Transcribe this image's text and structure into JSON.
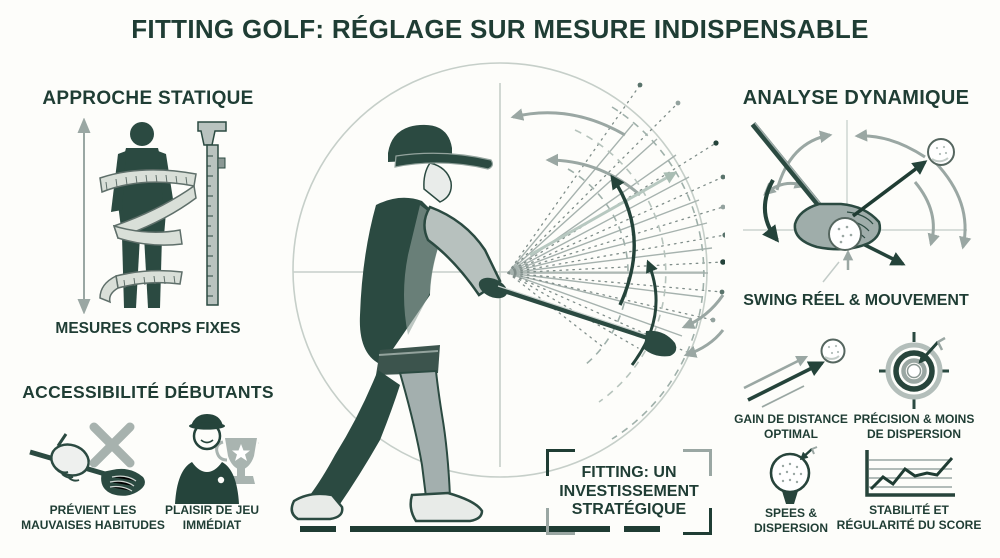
{
  "title": "FITTING GOLF: RÉGLAGE SUR MESURE INDISPENSABLE",
  "palette": {
    "dark_green": "#1f3d34",
    "illustration_green": "#2b4a41",
    "gray": "#9aa7a3",
    "sage": "#b7c8c0",
    "light": "#e9ecea",
    "background": "#fdfdfa"
  },
  "left": {
    "static_section": {
      "heading": "APPROCHE STATIQUE",
      "icon": "body-measure-icon",
      "caption": "MESURES CORPS FIXES"
    },
    "beginners_section": {
      "heading": "ACCESSIBILITÉ DÉBUTANTS",
      "items": [
        {
          "icon": "grip-club-x-icon",
          "caption": "PRÉVIENT LES\nMAUVAISES HABITUDES"
        },
        {
          "icon": "golfer-trophy-icon",
          "caption": "PLAISIR DE JEU\nIMMÉDIAT"
        }
      ]
    }
  },
  "center": {
    "illustration": "golfer-swing-dispersion",
    "strategy_box_label": "FITTING: UN\nINVESTISSEMENT\nSTRATÉGIQUE"
  },
  "right": {
    "heading": "ANALYSE DYNAMIQUE",
    "illustration": "club-impact-motion",
    "sub_caption": "SWING RÉEL & MOUVEMENT",
    "benefits": [
      {
        "icon": "distance-arrow-ball-icon",
        "caption": "GAIN DE DISTANCE\nOPTIMAL"
      },
      {
        "icon": "target-dart-icon",
        "caption": "PRÉCISION & MOINS\nDE DISPERSION"
      },
      {
        "icon": "golfball-tee-dart-icon",
        "caption": "SPEES &\nDISPERSION"
      },
      {
        "icon": "score-line-chart-icon",
        "caption": "STABILITÉ ET\nRÉGULARITÉ DU SCORE"
      }
    ]
  }
}
